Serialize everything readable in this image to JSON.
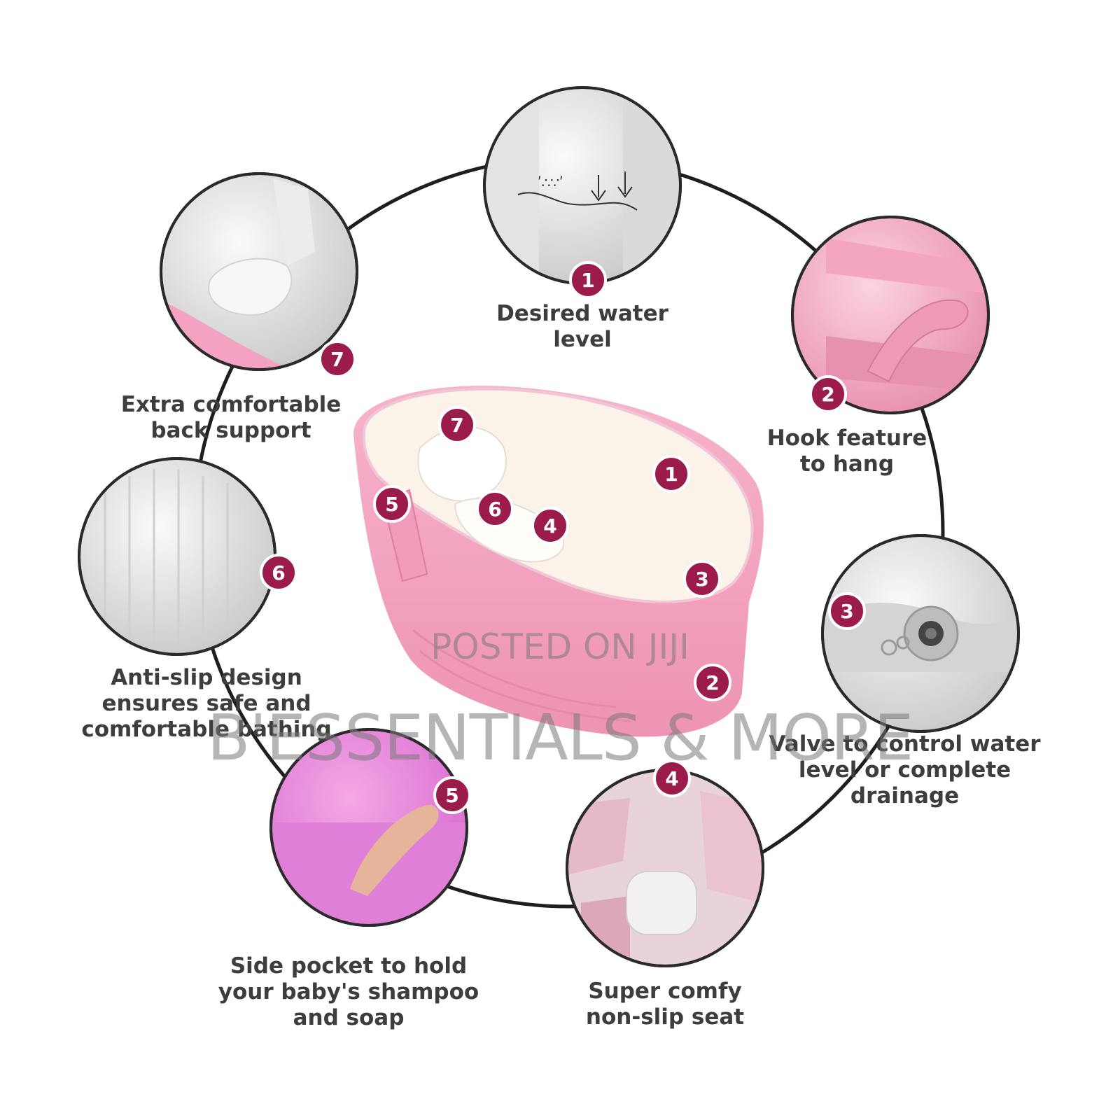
{
  "features": [
    {
      "number": "1",
      "caption": [
        "Desired water",
        "level"
      ]
    },
    {
      "number": "2",
      "caption": [
        "Hook feature",
        "to hang"
      ]
    },
    {
      "number": "3",
      "caption": [
        "Valve to control water",
        "level or complete",
        "drainage"
      ]
    },
    {
      "number": "4",
      "caption": [
        "Super comfy",
        "non-slip seat"
      ]
    },
    {
      "number": "5",
      "caption": [
        "Side pocket to hold",
        "your baby's shampoo",
        "and soap"
      ]
    },
    {
      "number": "6",
      "caption": [
        "Anti-slip design",
        "ensures safe and",
        "comfortable bathing"
      ]
    },
    {
      "number": "7",
      "caption": [
        "Extra comfortable",
        "back support"
      ]
    }
  ],
  "tub_markers": [
    "7",
    "1",
    "5",
    "6",
    "4",
    "3",
    "2"
  ],
  "watermark": {
    "line1": "POSTED ON JIJI",
    "line2": "B'ESSENTIALS & MORE"
  },
  "colors": {
    "badge": "#9b1b4b",
    "tub_pink": "#f4a6c0",
    "tub_inner": "#fbf3ea",
    "ring": "#1e1e1e"
  }
}
